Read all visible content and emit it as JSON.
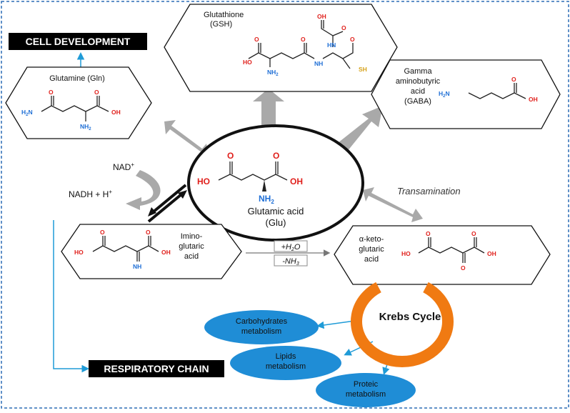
{
  "labels": {
    "cell_development": "CELL DEVELOPMENT",
    "respiratory_chain": "RESPIRATORY CHAIN",
    "glutathione_line1": "Glutathione",
    "glutathione_line2": "(GSH)",
    "glutamine": "Glutamine (Gln)",
    "gaba_line1": "Gamma",
    "gaba_line2": "aminobutyric",
    "gaba_line3": "acid",
    "gaba_line4": "(GABA)",
    "glutamic_line1": "Glutamic acid",
    "glutamic_line2": "(Glu)",
    "imino_line1": "Imino-",
    "imino_line2": "glutaric",
    "imino_line3": "acid",
    "akg_line1": "α-keto-",
    "akg_line2": "glutaric",
    "akg_line3": "acid",
    "nad": "NAD",
    "nad_sup": "+",
    "nadh": "NADH + H",
    "nadh_sup": "+",
    "transamination": "Transamination",
    "plus_h2o_pre": "+H",
    "plus_h2o_sub": "2",
    "plus_h2o_post": "O",
    "minus_nh3_pre": "-NH",
    "minus_nh3_sub": "3",
    "krebs": "Krebs Cycle",
    "carb_line1": "Carbohydrates",
    "carb_line2": "metabolism",
    "lipids_line1": "Lipids",
    "lipids_line2": "metabolism",
    "proteic_line1": "Proteic",
    "proteic_line2": "metabolism"
  },
  "atoms": {
    "oh": "OH",
    "ho": "HO",
    "o": "O",
    "nh2": "NH",
    "nh2_sub": "2",
    "h2n": "H",
    "h2n_sub": "2",
    "h2n_n": "N",
    "hn": "HN",
    "nh": "NH",
    "sh": "SH"
  },
  "colors": {
    "border": "#2d6db5",
    "arrow_gray": "#a9a9a9",
    "blue_arrow": "#1f9bd7",
    "ellipse_blue": "#1f8dd6",
    "krebs_orange": "#f07a12",
    "oxygen_red": "#e0201c",
    "nitrogen_blue": "#1f6fd6",
    "sulfur_yellow": "#d6a21a"
  }
}
